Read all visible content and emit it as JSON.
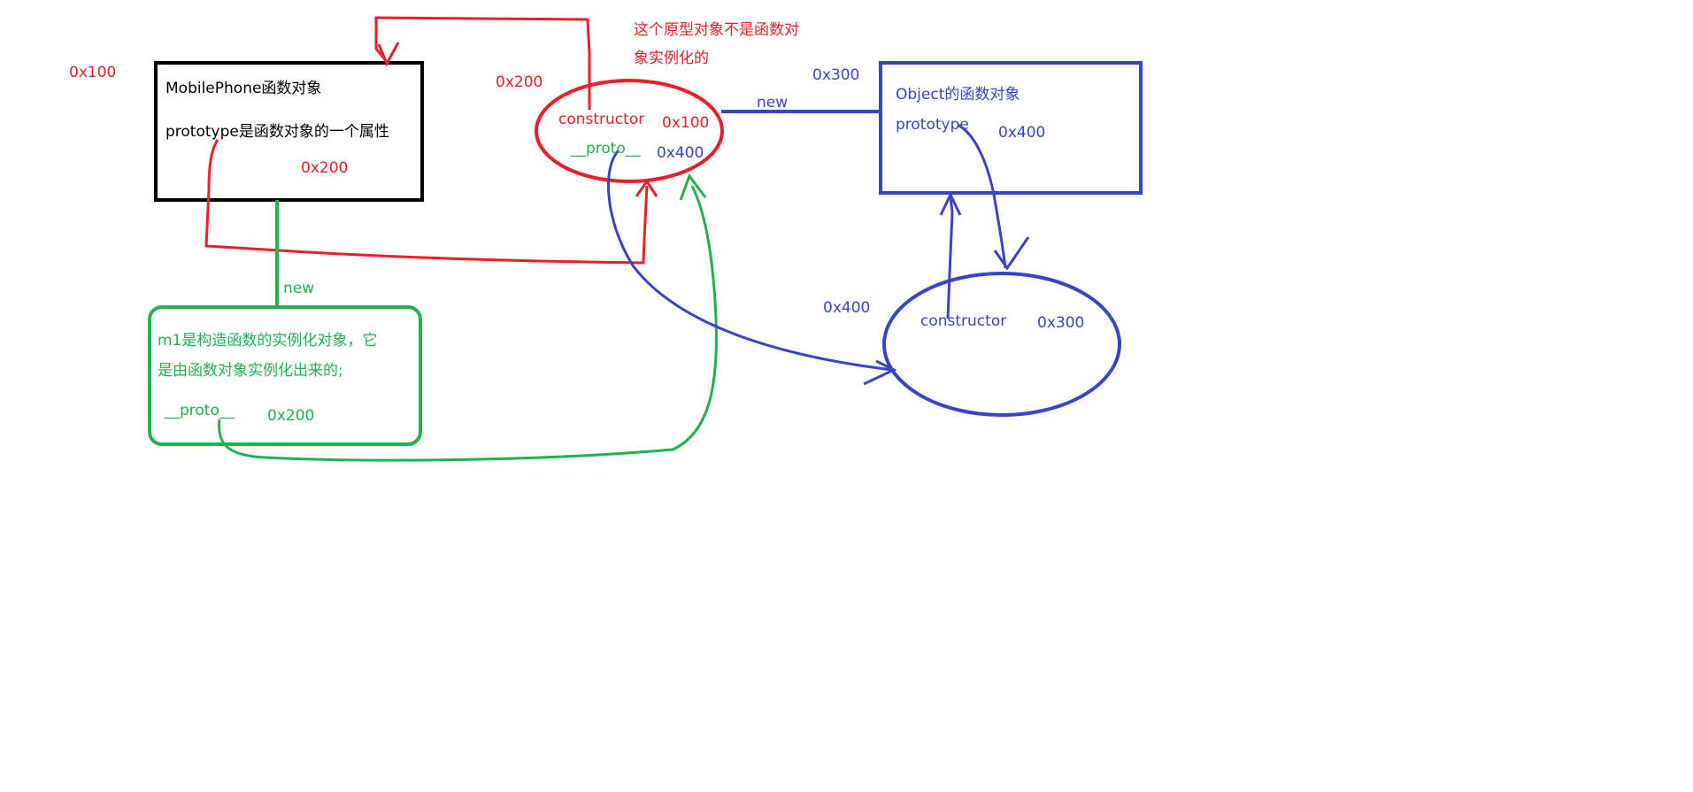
{
  "colors": {
    "red": "#e8202a",
    "blue": "#3a44c8",
    "green": "#22b14c",
    "black": "#000000"
  },
  "labels": {
    "mobilephone_addr": "0x100",
    "mobilephone_title": "MobilePhone函数对象",
    "mobilephone_prototype": "prototype是函数对象的一个属性",
    "mobilephone_prototype_value": "0x200",
    "proto_obj_addr": "0x200",
    "note_line1": "这个原型对象不是函数对",
    "note_line2": "象实例化的",
    "proto_obj_constructor": "constructor",
    "proto_obj_constructor_value": "0x100",
    "proto_obj_proto": "__proto__",
    "proto_obj_proto_value": "0x400",
    "new_top": "new",
    "object_func_addr": "0x300",
    "object_func_title": "Object的函数对象",
    "object_func_prototype": "prototype",
    "object_func_prototype_value": "0x400",
    "object_proto_addr": "0x400",
    "object_proto_constructor": "constructor",
    "object_proto_constructor_value": "0x300",
    "new_left": "new",
    "m1_line1": "m1是构造函数的实例化对象，它",
    "m1_line2": "是由函数对象实例化出来的;",
    "m1_proto": "__proto__",
    "m1_proto_value": "0x200"
  }
}
